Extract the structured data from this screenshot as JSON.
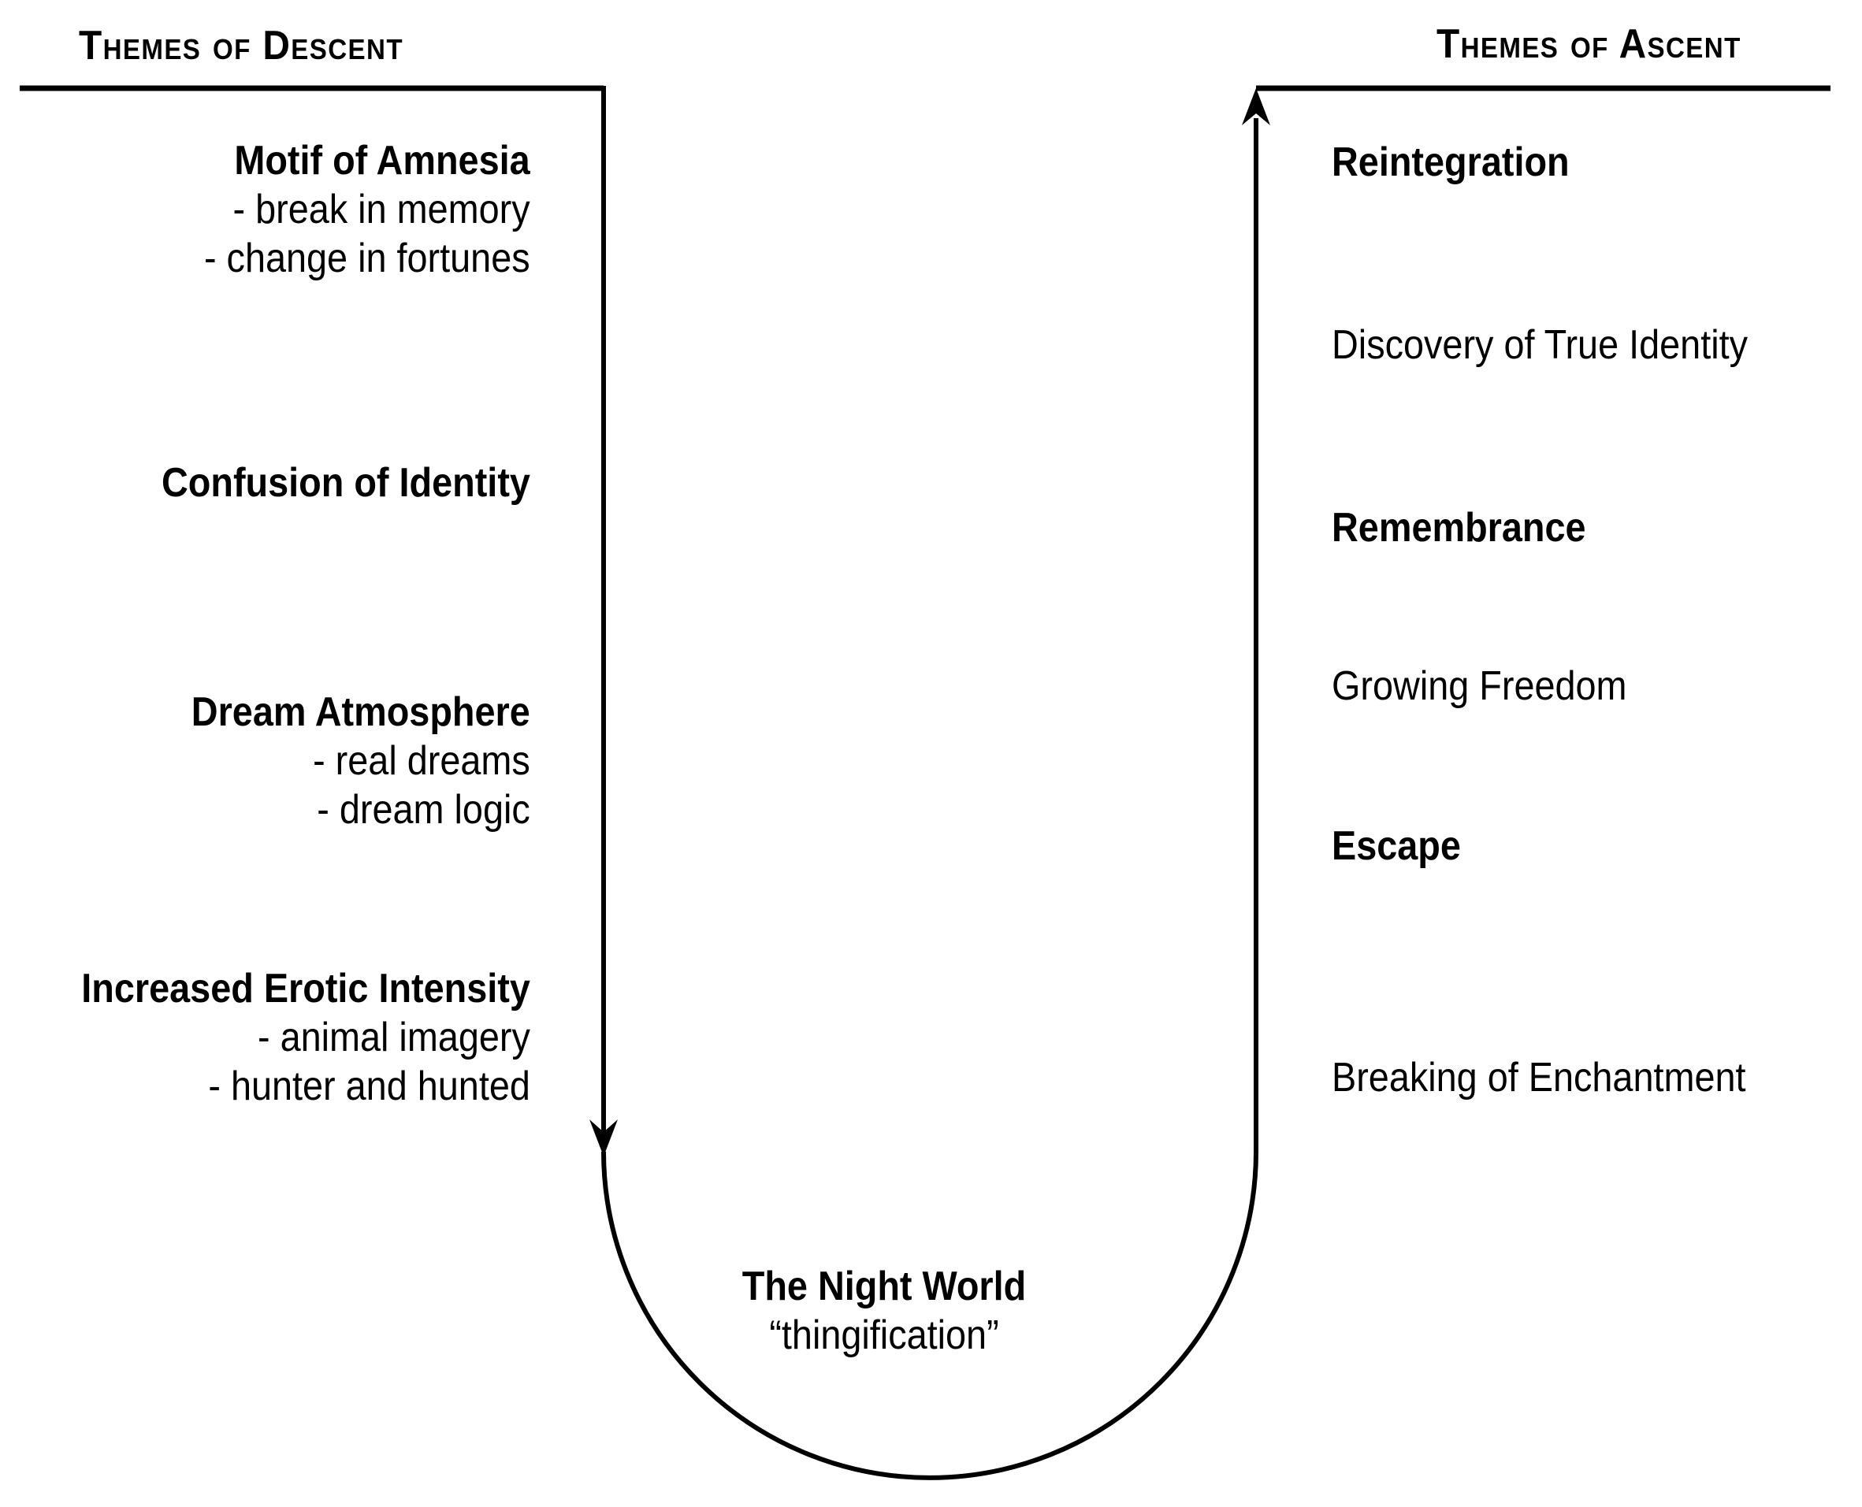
{
  "headers": {
    "descent": "Themes of Descent",
    "ascent": "Themes of Ascent"
  },
  "descent_items": [
    {
      "title": "Motif of Amnesia",
      "details": [
        "- break in memory",
        "- change in fortunes"
      ]
    },
    {
      "title": "Confusion of Identity",
      "details": []
    },
    {
      "title": "Dream Atmosphere",
      "details": [
        "- real dreams",
        "- dream logic"
      ]
    },
    {
      "title": "Increased Erotic Intensity",
      "details": [
        "- animal imagery",
        "- hunter and hunted"
      ]
    }
  ],
  "ascent_items": [
    {
      "label": "Reintegration",
      "emphasis": "bold"
    },
    {
      "label": "Discovery of True Identity",
      "emphasis": "regular"
    },
    {
      "label": "Remembrance",
      "emphasis": "bold"
    },
    {
      "label": "Growing Freedom",
      "emphasis": "regular"
    },
    {
      "label": "Escape",
      "emphasis": "bold"
    },
    {
      "label": "Breaking of Enchantment",
      "emphasis": "regular"
    }
  ],
  "bottom": {
    "title": "The Night World",
    "subtitle": "“thingification”"
  },
  "curve": {
    "descent_arrow_direction": "down",
    "ascent_arrow_direction": "up"
  },
  "colors": {
    "ink": "#000000",
    "background": "#ffffff"
  }
}
